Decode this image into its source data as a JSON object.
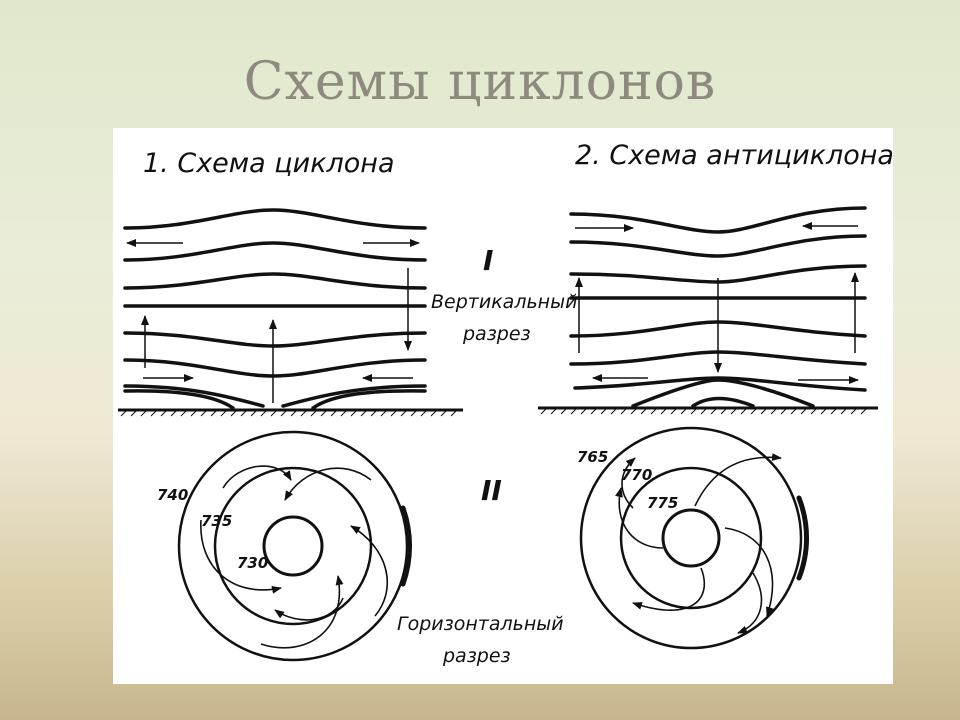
{
  "slide": {
    "title": "Схемы циклонов"
  },
  "figure": {
    "cyclone_title": "1. Схема циклона",
    "anticyclone_title": "2. Схема антициклона",
    "section_numbers": {
      "vertical": "I",
      "horizontal": "II"
    },
    "vertical_section_label": [
      "Вертикальный",
      "разрез"
    ],
    "horizontal_section_label": [
      "Горизонтальный",
      "разрез"
    ],
    "cyclone_isobars": [
      "740",
      "735",
      "730"
    ],
    "anticyclone_isobars": [
      "765",
      "770",
      "775"
    ]
  }
}
